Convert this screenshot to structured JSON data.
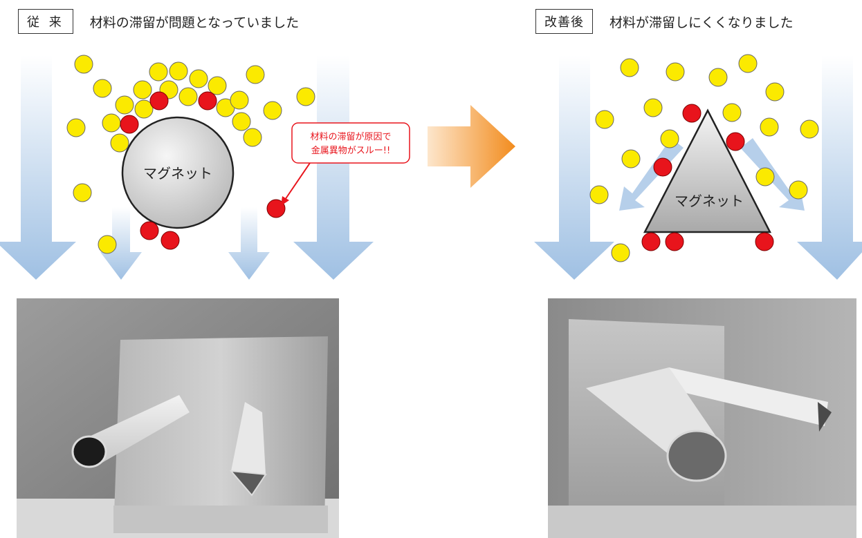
{
  "before": {
    "tag": "従 来",
    "caption": "材料の滞留が問題となっていました",
    "magnet_label": "マグネット",
    "callout": [
      "材料の滞留が原因で",
      "金属異物がスルー!!"
    ]
  },
  "after": {
    "tag": "改善後",
    "caption": "材料が滞留しにくくなりました",
    "magnet_label": "マグネット"
  },
  "colors": {
    "material": "#fbea00",
    "metal": "#e8141c",
    "flow_arrow": "#a9c7e6",
    "transition_arrow": "#f28c1e",
    "callout": "#e8141c"
  },
  "photos": {
    "before": {
      "subject": "round-magnet-and-triangular-magnet-photo"
    },
    "after": {
      "subject": "triangular-magnet-bars-photo"
    }
  }
}
